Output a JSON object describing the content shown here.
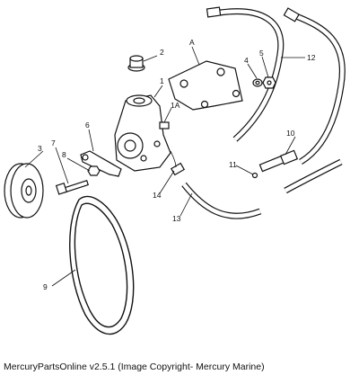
{
  "caption": "MercuryPartsOnline v2.5.1 (Image Copyright- Mercury Marine)",
  "callouts": {
    "A": "A",
    "c1": "1",
    "c1A": "1A",
    "c2": "2",
    "c3": "3",
    "c4": "4",
    "c5": "5",
    "c6": "6",
    "c7": "7",
    "c8": "8",
    "c9": "9",
    "c10": "10",
    "c11": "11",
    "c12": "12",
    "c13": "13",
    "c14": "14"
  }
}
